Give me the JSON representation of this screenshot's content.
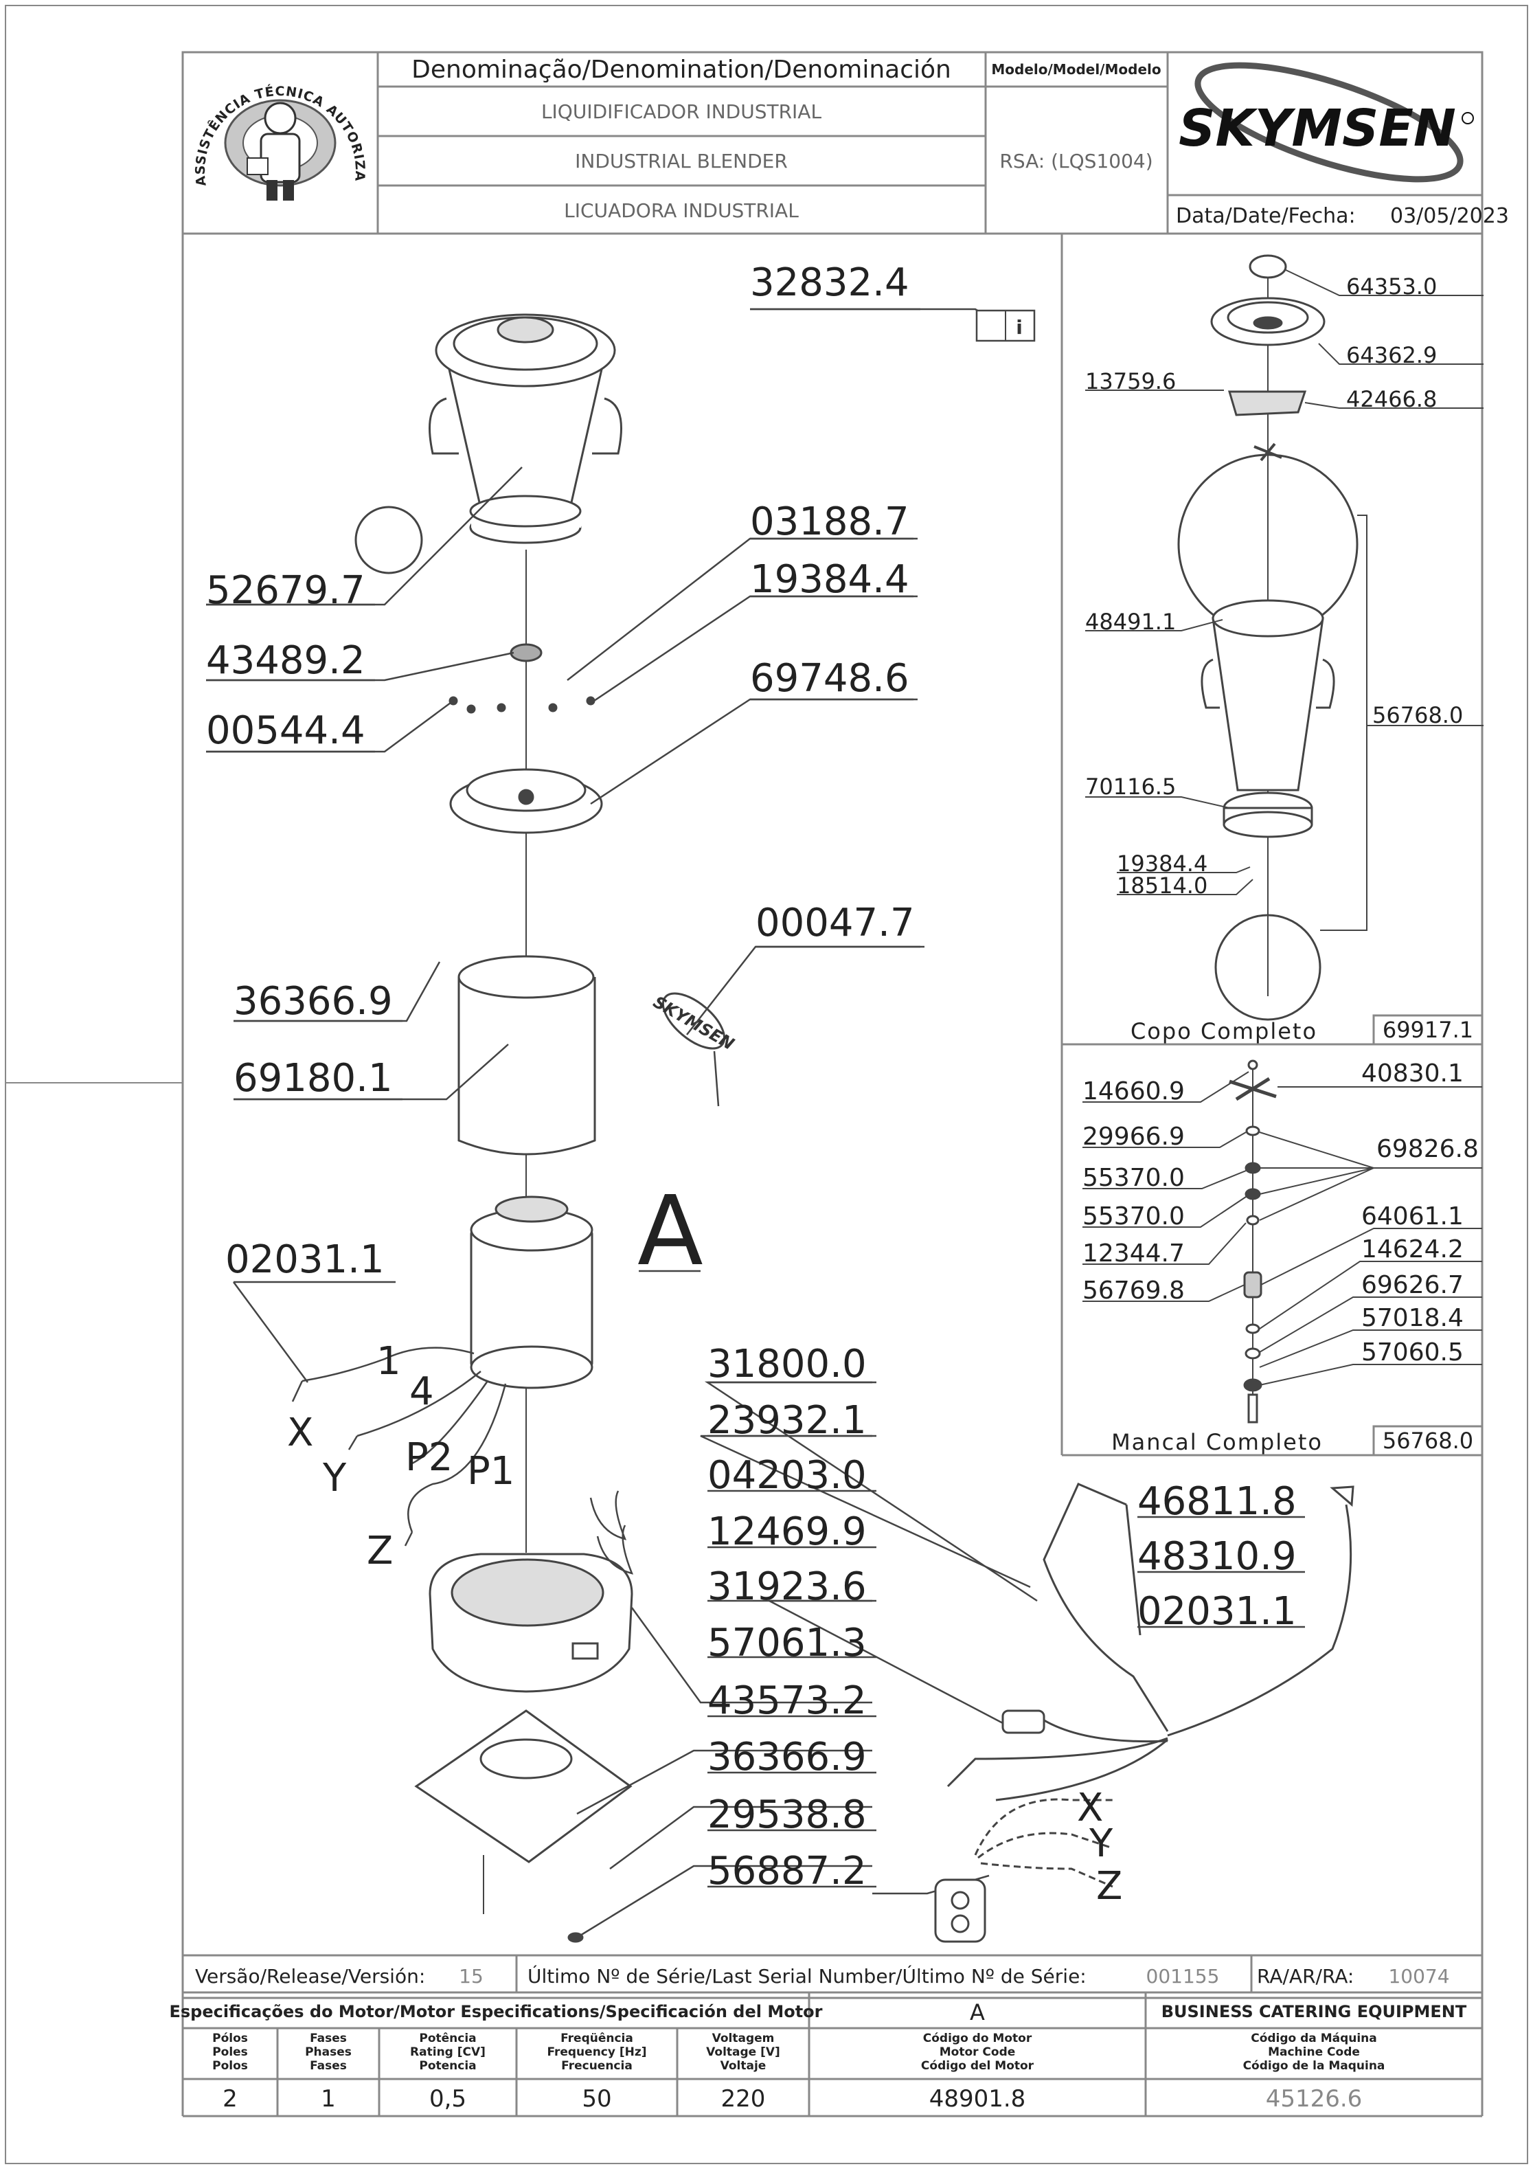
{
  "header": {
    "logo_text": "ASSISTÊNCIA TÉCNICA AUTORIZADA",
    "denomination_title": "Denominação/Denomination/Denominación",
    "model_title": "Modelo/Model/Modelo",
    "name_pt": "LIQUIDIFICADOR INDUSTRIAL",
    "name_en": "INDUSTRIAL BLENDER",
    "name_es": "LICUADORA INDUSTRIAL",
    "model": "RSA: (LQS1004)",
    "brand": "SKYMSEN",
    "date_label": "Data/Date/Fecha:",
    "date": "03/05/2023"
  },
  "parts": {
    "manual": "32832.4",
    "jar": "52679.7",
    "coupling": "43489.2",
    "screw_a": "00544.4",
    "screw_b": "03188.7",
    "washer": "19384.4",
    "base_plate": "69748.6",
    "shell_screw": "36366.9",
    "shell": "69180.1",
    "label": "00047.7",
    "motor_label": "A",
    "terminal": "02031.1",
    "wire_1": "1",
    "wire_4": "4",
    "wire_x": "X",
    "wire_y": "Y",
    "wire_p2": "P2",
    "wire_p1": "P1",
    "wire_z": "Z",
    "right_1": "31800.0",
    "right_2": "23932.1",
    "right_3": "04203.0",
    "right_4": "12469.9",
    "right_5": "31923.6",
    "right_6": "57061.3",
    "right_7": "43573.2",
    "right_8": "36366.9",
    "right_9": "29538.8",
    "right_10": "56887.2",
    "cord_1": "46811.8",
    "cord_2": "48310.9",
    "cord_3": "02031.1",
    "sw_x": "X",
    "sw_y": "Y",
    "sw_z": "Z"
  },
  "copo": {
    "p1": "64353.0",
    "p2": "64362.9",
    "p3": "13759.6",
    "p4": "42466.8",
    "p5": "48491.1",
    "p6": "56768.0",
    "p7": "70116.5",
    "p8": "19384.4",
    "p9": "18514.0",
    "title": "Copo Completo",
    "code": "69917.1"
  },
  "mancal": {
    "p1": "14660.9",
    "p2": "40830.1",
    "p3": "29966.9",
    "p4": "69826.8",
    "p5": "55370.0",
    "p6": "55370.0",
    "p7": "64061.1",
    "p8": "12344.7",
    "p9": "14624.2",
    "p10": "56769.8",
    "p11": "69626.7",
    "p12": "57018.4",
    "p13": "57060.5",
    "title": "Mancal Completo",
    "code": "56768.0"
  },
  "footer": {
    "version_label": "Versão/Release/Versión:",
    "version": "15",
    "serial_label": "Último Nº de Série/Last Serial Number/Último Nº de Série:",
    "serial": "001155",
    "ra_label": "RA/AR/RA:",
    "ra": "10074",
    "motor_spec_title": "Especificações do Motor/Motor Especifications/Specificación del Motor",
    "motor_letter": "A",
    "company": "BUSINESS CATERING EQUIPMENT",
    "col_poles": [
      "Pólos",
      "Poles",
      "Polos"
    ],
    "col_phases": [
      "Fases",
      "Phases",
      "Fases"
    ],
    "col_power": [
      "Potência",
      "Rating [CV]",
      "Potencia"
    ],
    "col_freq": [
      "Freqüência",
      "Frequency [Hz]",
      "Frecuencia"
    ],
    "col_voltage": [
      "Voltagem",
      "Voltage [V]",
      "Voltaje"
    ],
    "col_motor_code": [
      "Código do Motor",
      "Motor Code",
      "Código del Motor"
    ],
    "col_machine_code": [
      "Código da Máquina",
      "Machine Code",
      "Código de la Maquina"
    ],
    "poles": "2",
    "phases": "1",
    "power": "0,5",
    "frequency": "50",
    "voltage": "220",
    "motor_code": "48901.8",
    "machine_code": "45126.6"
  },
  "colors": {
    "line": "#444444",
    "frame": "#888888",
    "muted": "#9a9a9a"
  }
}
